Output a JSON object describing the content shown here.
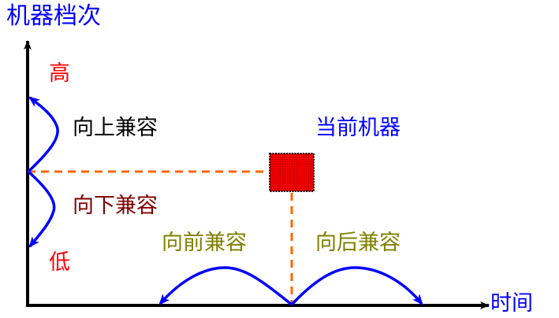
{
  "labels": {
    "y_axis_title": "机器档次",
    "x_axis_title": "时间",
    "high": "高",
    "low": "低",
    "upward_compat": "向上兼容",
    "downward_compat": "向下兼容",
    "current_machine": "当前机器",
    "forward_compat": "向前兼容",
    "backward_compat": "向后兼容"
  },
  "colors": {
    "axis": "#000000",
    "arrow": "#0000ff",
    "dash": "#ff6600",
    "box_fill": "#ee0000",
    "blue_text": "#0000ff",
    "red_text": "#ff0000",
    "black_text": "#000000",
    "darkred_text": "#800000",
    "olive_text": "#808000"
  }
}
